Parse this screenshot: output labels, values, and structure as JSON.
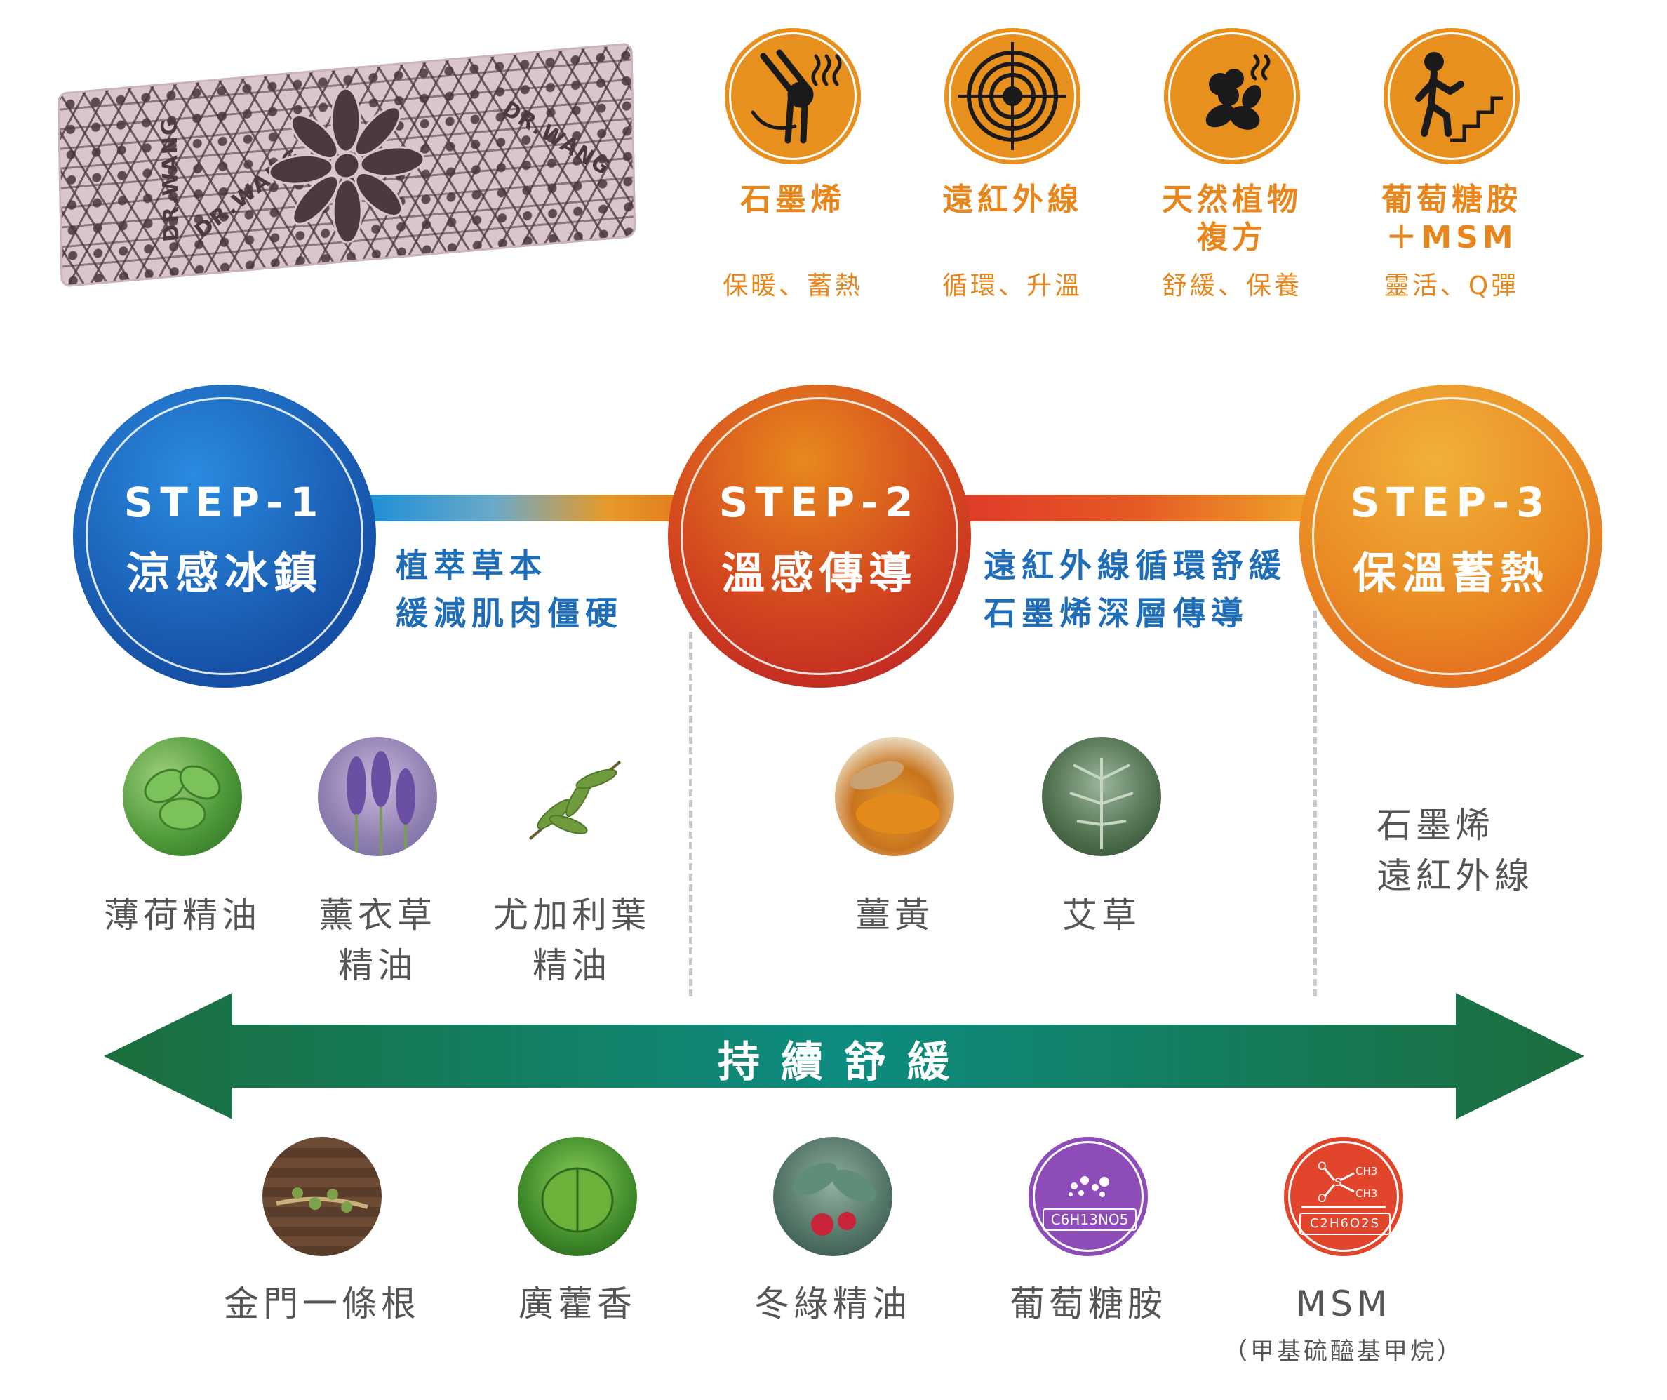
{
  "product": {
    "brand_text": "DR.WANG"
  },
  "features": [
    {
      "title_lines": [
        "石墨烯"
      ],
      "subtitle": "保暖、蓄熱",
      "icon": "knee-heat-icon"
    },
    {
      "title_lines": [
        "遠紅外線"
      ],
      "subtitle": "循環、升溫",
      "icon": "target-icon"
    },
    {
      "title_lines": [
        "天然植物",
        "複方"
      ],
      "subtitle": "舒緩、保養",
      "icon": "herbs-icon"
    },
    {
      "title_lines": [
        "葡萄糖胺",
        "＋MSM"
      ],
      "subtitle": "靈活、Q彈",
      "icon": "stairs-climber-icon"
    }
  ],
  "steps": [
    {
      "label": "STEP-1",
      "name": "涼感冰鎮"
    },
    {
      "label": "STEP-2",
      "name": "溫感傳導"
    },
    {
      "label": "STEP-3",
      "name": "保溫蓄熱"
    }
  ],
  "step_descriptions": [
    {
      "lines": [
        "植萃草本",
        "緩減肌肉僵硬"
      ]
    },
    {
      "lines": [
        "遠紅外線循環舒緩",
        "石墨烯深層傳導"
      ]
    }
  ],
  "step1_ingredients": [
    {
      "lines": [
        "薄荷精油"
      ]
    },
    {
      "lines": [
        "薰衣草",
        "精油"
      ]
    },
    {
      "lines": [
        "尤加利葉",
        "精油"
      ]
    }
  ],
  "step2_ingredients": [
    {
      "lines": [
        "薑黃"
      ]
    },
    {
      "lines": [
        "艾草"
      ]
    }
  ],
  "step3_text": {
    "lines": [
      "石墨烯",
      "遠紅外線"
    ]
  },
  "arrow": {
    "label": "持續舒緩"
  },
  "bottom_ingredients": [
    {
      "name": "金門一條根"
    },
    {
      "name": "廣藿香"
    },
    {
      "name": "冬綠精油"
    },
    {
      "name": "葡萄糖胺",
      "formula": "C6H13NO5"
    },
    {
      "name": "MSM",
      "formula": "C2H6O2S",
      "note": "（甲基硫醯基甲烷）",
      "molecule_labels": [
        "O",
        "S",
        "O",
        "CH3",
        "CH3"
      ]
    }
  ],
  "colors": {
    "orange": "#e8901e",
    "blue": "#1e6db6",
    "red": "#c9302c",
    "green": "#1b6e3c",
    "teal": "#0d8c80",
    "purple": "#8d4cb8",
    "msm_red": "#e1452b"
  }
}
